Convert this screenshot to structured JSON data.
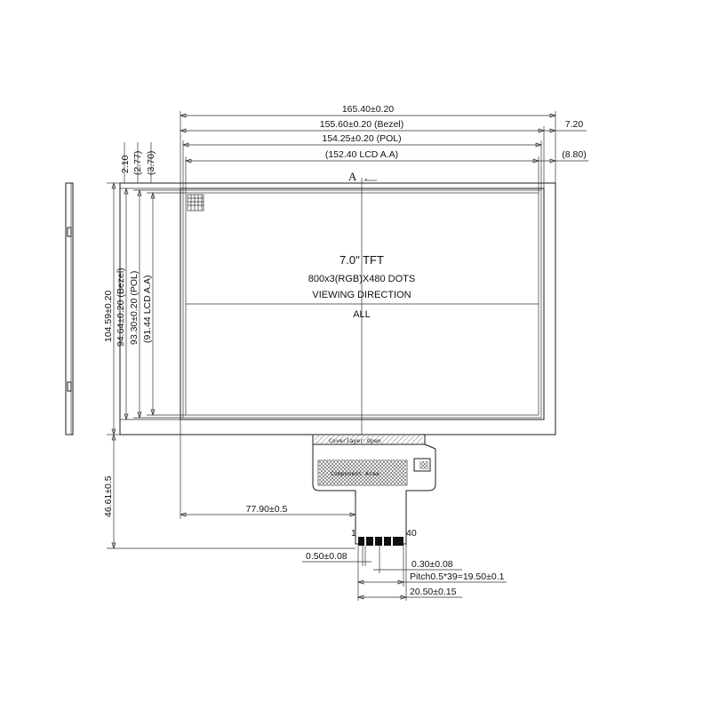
{
  "product": {
    "title": "7.0\" TFT",
    "resolution": "800x3(RGB)X480 DOTS",
    "viewing_label": "VIEWING DIRECTION",
    "viewing_value": "ALL"
  },
  "section_marker": "A",
  "dims_top": {
    "outline_width": "165.40±0.20",
    "bezel_width": "155.60±0.20 (Bezel)",
    "pol_width": "154.25±0.20 (POL)",
    "aa_width": "(152.40 LCD A.A)",
    "right_offset_1": "7.20",
    "right_offset_2": "(8.80)"
  },
  "dims_left": {
    "offset_1": "2.10",
    "offset_2": "(2.77)",
    "offset_3": "(3.70)",
    "outline_height": "104.59±0.20",
    "bezel_height": "94.64±0.20 (Bezel)",
    "pol_height": "93.30±0.20 (POL)",
    "aa_height": "(91.44 LCD A.A)",
    "total_height": "46.61±0.5"
  },
  "dims_fpc": {
    "fpc_offset": "77.90±0.5",
    "pin_first": "1",
    "pin_last": "40",
    "pad_width": "0.50±0.08",
    "gap_width": "0.30±0.08",
    "pitch": "Pitch0.5*39=19.50±0.1",
    "fpc_width": "20.50±0.15"
  },
  "fpc_labels": {
    "coverlayer": "Coverlayer Open",
    "component": "Component Area"
  }
}
